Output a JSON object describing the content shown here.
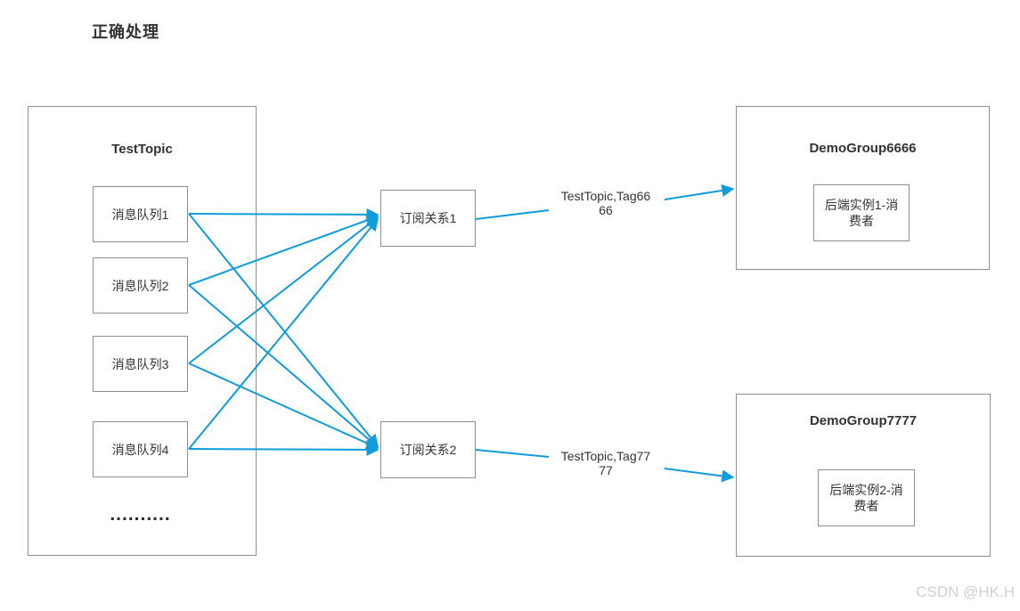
{
  "page": {
    "title": "正确处理",
    "watermark": "CSDN @HK.H"
  },
  "colors": {
    "connector": "#0f9cd8",
    "box_border": "#8f8f8f",
    "text": "#333333",
    "watermark": "#d0d0d0"
  },
  "topic": {
    "title": "TestTopic",
    "queues": [
      {
        "label": "消息队列1"
      },
      {
        "label": "消息队列2"
      },
      {
        "label": "消息队列3"
      },
      {
        "label": "消息队列4"
      }
    ],
    "ellipsis": ".........."
  },
  "subscriptions": [
    {
      "label": "订阅关系1"
    },
    {
      "label": "订阅关系2"
    }
  ],
  "edge_labels": [
    {
      "line1": "TestTopic,Tag66",
      "line2": "66"
    },
    {
      "line1": "TestTopic,Tag77",
      "line2": "77"
    }
  ],
  "consumer_groups": [
    {
      "title": "DemoGroup6666",
      "instance": "后端实例1-消费者"
    },
    {
      "title": "DemoGroup7777",
      "instance": "后端实例2-消费者"
    }
  ]
}
